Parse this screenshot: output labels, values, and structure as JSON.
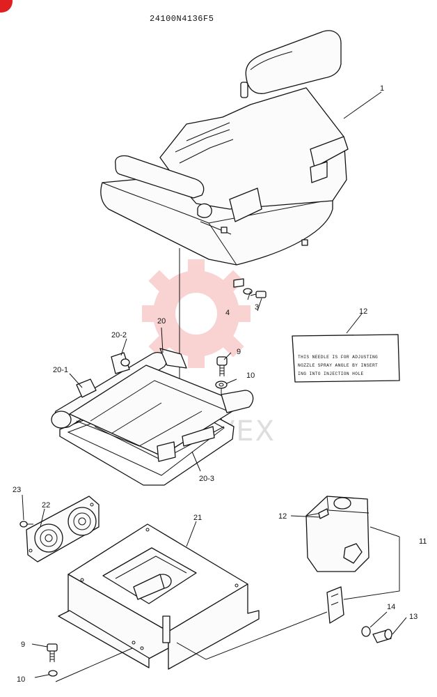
{
  "drawing_code": "24100N4136F5",
  "watermark_text": "VOLVEX",
  "note_lines": [
    "THIS NEEDLE IS FOR ADJUSTING",
    "NOZZLE SPRAY ANGLE BY INSERT",
    "ING INTO INJECTION HOLE"
  ],
  "callouts": {
    "c1": "1",
    "c3": "3",
    "c4": "4",
    "c9a": "9",
    "c10a": "10",
    "c12a": "12",
    "c20": "20",
    "c20_1": "20-1",
    "c20_2": "20-2",
    "c20_3": "20-3",
    "c21": "21",
    "c22": "22",
    "c23": "23",
    "c12b": "12",
    "c11": "11",
    "c14": "14",
    "c13": "13",
    "c9b": "9",
    "c10b": "10"
  },
  "colors": {
    "line": "#111111",
    "watermark": "#e53935",
    "corner_badge": "#e02020"
  }
}
